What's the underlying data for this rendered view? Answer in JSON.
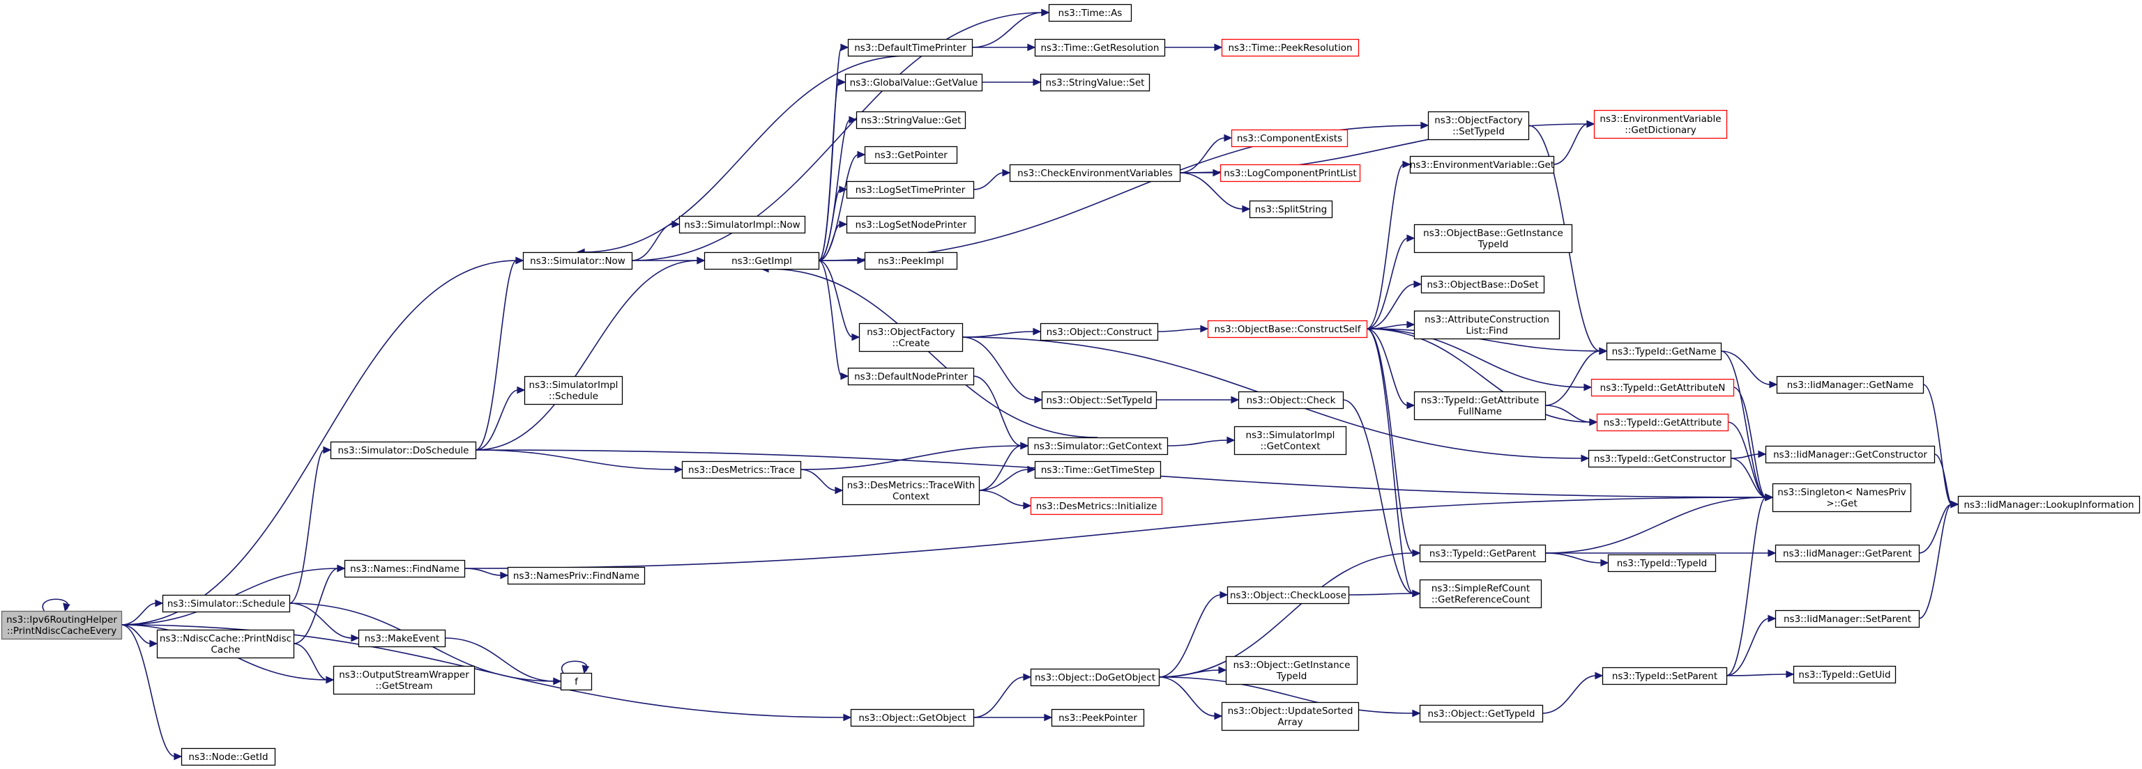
{
  "colors": {
    "edge": "#191970",
    "node_border": "#000000",
    "node_fill": "#ffffff",
    "truncated_border": "#ff0000",
    "root_fill": "#bfbfbf",
    "root_border": "#666666"
  },
  "graph": {
    "nodes": [
      {
        "id": "root",
        "lines": [
          "ns3::Ipv6RoutingHelper",
          "::PrintNdiscCacheEvery"
        ],
        "style": "root"
      },
      {
        "id": "sim_now",
        "lines": [
          "ns3::Simulator::Now"
        ]
      },
      {
        "id": "names_find",
        "lines": [
          "ns3::Names::FindName"
        ]
      },
      {
        "id": "sim_schedule",
        "lines": [
          "ns3::Simulator::Schedule"
        ]
      },
      {
        "id": "ndisc_print",
        "lines": [
          "ns3::NdiscCache::PrintNdisc",
          "Cache"
        ]
      },
      {
        "id": "osw_stream",
        "lines": [
          "ns3::OutputStreamWrapper",
          "::GetStream"
        ]
      },
      {
        "id": "obj_getobject",
        "lines": [
          "ns3::Object::GetObject"
        ]
      },
      {
        "id": "node_getid",
        "lines": [
          "ns3::Node::GetId"
        ]
      },
      {
        "id": "time_as",
        "lines": [
          "ns3::Time::As"
        ]
      },
      {
        "id": "simimpl_now",
        "lines": [
          "ns3::SimulatorImpl::Now"
        ]
      },
      {
        "id": "getimpl",
        "lines": [
          "ns3::GetImpl"
        ]
      },
      {
        "id": "def_time_printer",
        "lines": [
          "ns3::DefaultTimePrinter"
        ]
      },
      {
        "id": "gv_getvalue",
        "lines": [
          "ns3::GlobalValue::GetValue"
        ]
      },
      {
        "id": "sv_get",
        "lines": [
          "ns3::StringValue::Get"
        ]
      },
      {
        "id": "getpointer",
        "lines": [
          "ns3::GetPointer"
        ]
      },
      {
        "id": "log_time_printer",
        "lines": [
          "ns3::LogSetTimePrinter"
        ]
      },
      {
        "id": "log_node_printer",
        "lines": [
          "ns3::LogSetNodePrinter"
        ]
      },
      {
        "id": "peekimpl",
        "lines": [
          "ns3::PeekImpl"
        ]
      },
      {
        "id": "objfactory_create",
        "lines": [
          "ns3::ObjectFactory",
          "::Create"
        ]
      },
      {
        "id": "def_node_printer",
        "lines": [
          "ns3::DefaultNodePrinter"
        ]
      },
      {
        "id": "time_getres",
        "lines": [
          "ns3::Time::GetResolution"
        ]
      },
      {
        "id": "time_peekres",
        "lines": [
          "ns3::Time::PeekResolution"
        ],
        "style": "truncated"
      },
      {
        "id": "sv_set",
        "lines": [
          "ns3::StringValue::Set"
        ]
      },
      {
        "id": "check_env",
        "lines": [
          "ns3::CheckEnvironmentVariables"
        ]
      },
      {
        "id": "comp_exists",
        "lines": [
          "ns3::ComponentExists"
        ],
        "style": "truncated"
      },
      {
        "id": "log_comp_print",
        "lines": [
          "ns3::LogComponentPrintList"
        ],
        "style": "truncated"
      },
      {
        "id": "split_string",
        "lines": [
          "ns3::SplitString"
        ]
      },
      {
        "id": "obj_construct",
        "lines": [
          "ns3::Object::Construct"
        ]
      },
      {
        "id": "obj_settypeid",
        "lines": [
          "ns3::Object::SetTypeId"
        ]
      },
      {
        "id": "objbase_construct",
        "lines": [
          "ns3::ObjectBase::ConstructSelf"
        ],
        "style": "truncated"
      },
      {
        "id": "obj_check",
        "lines": [
          "ns3::Object::Check"
        ]
      },
      {
        "id": "sim_getcontext",
        "lines": [
          "ns3::Simulator::GetContext"
        ]
      },
      {
        "id": "simimpl_getcontext",
        "lines": [
          "ns3::SimulatorImpl",
          "::GetContext"
        ]
      },
      {
        "id": "simimpl_schedule",
        "lines": [
          "ns3::SimulatorImpl",
          "::Schedule"
        ]
      },
      {
        "id": "sim_doschedule",
        "lines": [
          "ns3::Simulator::DoSchedule"
        ]
      },
      {
        "id": "des_trace",
        "lines": [
          "ns3::DesMetrics::Trace"
        ]
      },
      {
        "id": "des_trace_ctx",
        "lines": [
          "ns3::DesMetrics::TraceWith",
          "Context"
        ]
      },
      {
        "id": "time_getstep",
        "lines": [
          "ns3::Time::GetTimeStep"
        ]
      },
      {
        "id": "des_init",
        "lines": [
          "ns3::DesMetrics::Initialize"
        ],
        "style": "truncated"
      },
      {
        "id": "nameshelp_find",
        "lines": [
          "ns3::NamesPriv::FindName"
        ]
      },
      {
        "id": "makeevent",
        "lines": [
          "ns3::MakeEvent"
        ]
      },
      {
        "id": "f",
        "lines": [
          "f"
        ]
      },
      {
        "id": "obj_dogetobject",
        "lines": [
          "ns3::Object::DoGetObject"
        ]
      },
      {
        "id": "peekpointer",
        "lines": [
          "ns3::PeekPointer"
        ]
      },
      {
        "id": "obj_checkloose",
        "lines": [
          "ns3::Object::CheckLoose"
        ]
      },
      {
        "id": "obj_getinstance",
        "lines": [
          "ns3::Object::GetInstance",
          "TypeId"
        ]
      },
      {
        "id": "obj_updatesorted",
        "lines": [
          "ns3::Object::UpdateSorted",
          "Array"
        ]
      },
      {
        "id": "obj_gettypeid",
        "lines": [
          "ns3::Object::GetTypeId"
        ]
      },
      {
        "id": "objfactory_settypeid",
        "lines": [
          "ns3::ObjectFactory",
          "::SetTypeId"
        ]
      },
      {
        "id": "envvar_get",
        "lines": [
          "ns3::EnvironmentVariable::Get"
        ]
      },
      {
        "id": "objbase_getinstance",
        "lines": [
          "ns3::ObjectBase::GetInstance",
          "TypeId"
        ]
      },
      {
        "id": "objbase_doset",
        "lines": [
          "ns3::ObjectBase::DoSet"
        ]
      },
      {
        "id": "attr_find",
        "lines": [
          "ns3::AttributeConstruction",
          "List::Find"
        ]
      },
      {
        "id": "typeid_getattrfull",
        "lines": [
          "ns3::TypeId::GetAttribute",
          "FullName"
        ]
      },
      {
        "id": "typeid_getconstructor",
        "lines": [
          "ns3::TypeId::GetConstructor"
        ]
      },
      {
        "id": "typeid_getparent",
        "lines": [
          "ns3::TypeId::GetParent"
        ]
      },
      {
        "id": "simplerefcount",
        "lines": [
          "ns3::SimpleRefCount",
          "::GetReferenceCount"
        ]
      },
      {
        "id": "typeid_setparent",
        "lines": [
          "ns3::TypeId::SetParent"
        ]
      },
      {
        "id": "envvar_getdict",
        "lines": [
          "ns3::EnvironmentVariable",
          "::GetDictionary"
        ],
        "style": "truncated"
      },
      {
        "id": "typeid_getname",
        "lines": [
          "ns3::TypeId::GetName"
        ]
      },
      {
        "id": "typeid_getattrn",
        "lines": [
          "ns3::TypeId::GetAttributeN"
        ],
        "style": "truncated"
      },
      {
        "id": "typeid_getattr",
        "lines": [
          "ns3::TypeId::GetAttribute"
        ],
        "style": "truncated"
      },
      {
        "id": "typeid_typeid",
        "lines": [
          "ns3::TypeId::TypeId"
        ]
      },
      {
        "id": "typeid_getuid",
        "lines": [
          "ns3::TypeId::GetUid"
        ]
      },
      {
        "id": "iid_getname",
        "lines": [
          "ns3::IidManager::GetName"
        ]
      },
      {
        "id": "iid_getconstructor",
        "lines": [
          "ns3::IidManager::GetConstructor"
        ]
      },
      {
        "id": "singleton_get",
        "lines": [
          "ns3::Singleton< NamesPriv",
          ">::Get"
        ]
      },
      {
        "id": "iid_getparent",
        "lines": [
          "ns3::IidManager::GetParent"
        ]
      },
      {
        "id": "iid_setparent",
        "lines": [
          "ns3::IidManager::SetParent"
        ]
      },
      {
        "id": "iid_lookup",
        "lines": [
          "ns3::IidManager::LookupInformation"
        ]
      }
    ]
  }
}
